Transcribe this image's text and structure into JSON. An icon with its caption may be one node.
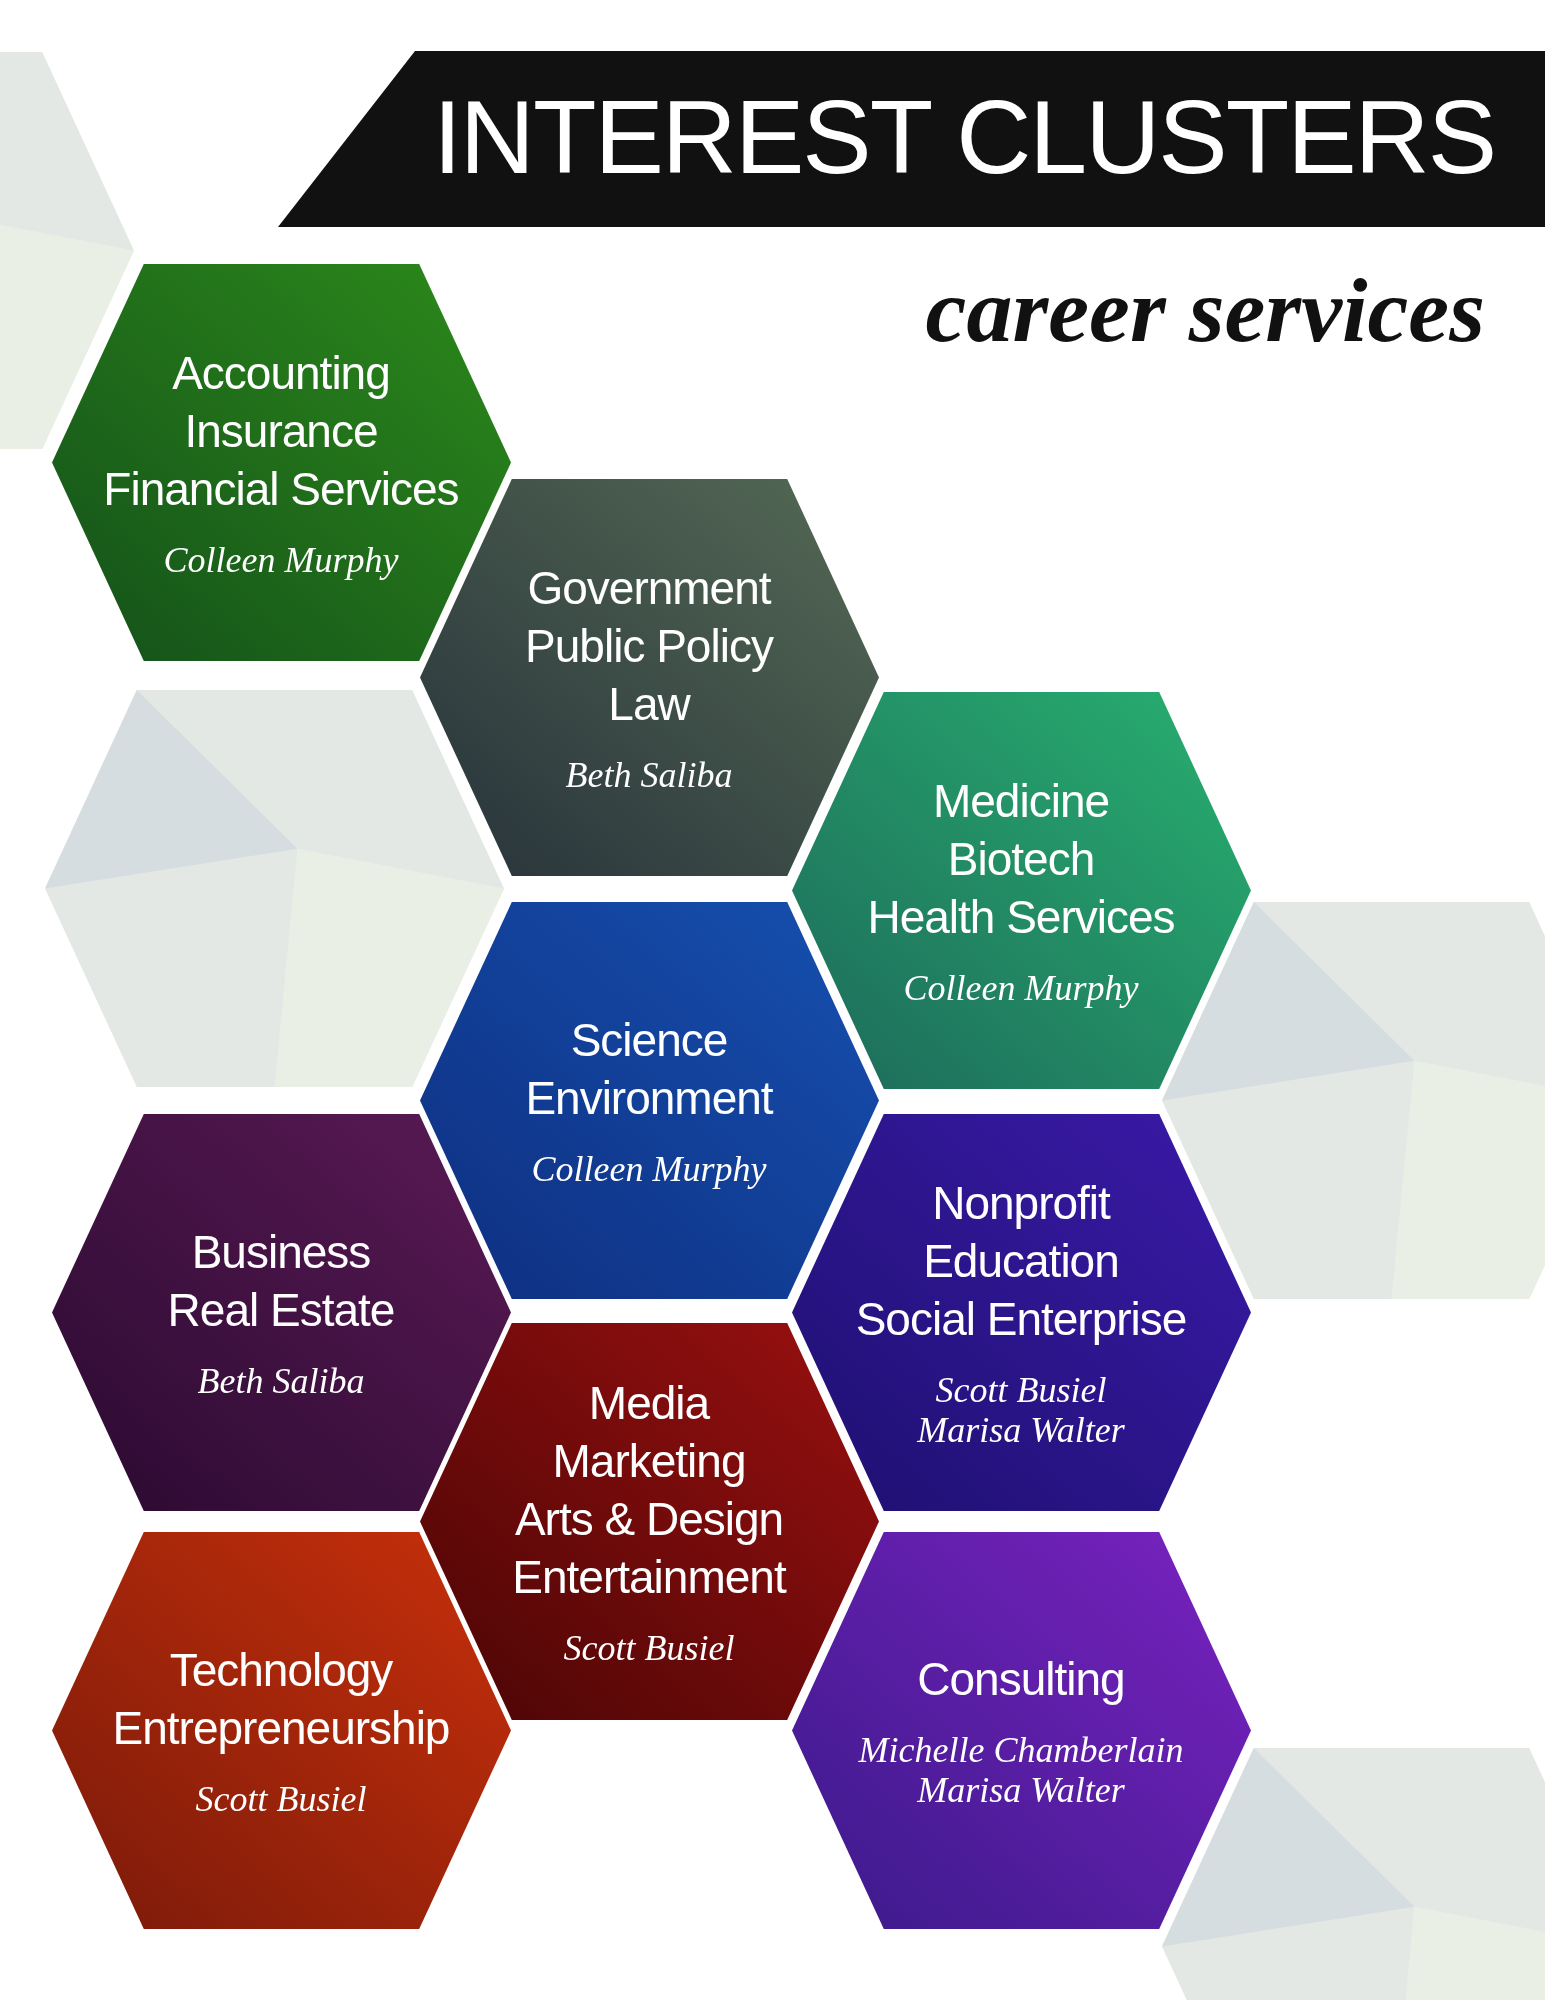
{
  "diagram": {
    "title": "INTEREST CLUSTERS",
    "nodes": [
      {
        "text": [],
        "shape": "hexagon"
      },
      {
        "text": [
          "Accounting",
          "Insurance",
          "Financial Services",
          "Colleen Murphy"
        ]
      },
      {
        "text": [
          "Government",
          "Public Policy",
          "Law",
          "Beth Saliba"
        ]
      },
      {
        "text": [],
        "shape": "hexagon"
      },
      {
        "text": [
          "Medicine",
          "Biotech",
          "Health Services",
          "Colleen Murphy"
        ]
      },
      {
        "text": [
          "Science",
          "Environment",
          "Colleen Murphy"
        ]
      },
      {
        "text": [],
        "shape": "hexagon"
      },
      {
        "text": [
          "Business",
          "Real Estate",
          "Beth Saliba"
        ]
      },
      {
        "text": [
          "Nonprofit",
          "Education",
          "Social Enterprise",
          "Scott Busiel",
          "Marisa Walter"
        ]
      },
      {
        "text": [
          "Media",
          "Marketing",
          "Arts & Design",
          "Entertainment",
          "Scott Busiel"
        ]
      },
      {
        "text": [
          "Technology",
          "Entrepreneurship",
          "Scott Busiel"
        ]
      },
      {
        "text": [
          "Consulting",
          "Michelle Chamberlain",
          "Marisa Walter"
        ]
      },
      {
        "text": [],
        "shape": "hexagon"
      }
    ],
    "labels": [
      "career services"
    ]
  }
}
